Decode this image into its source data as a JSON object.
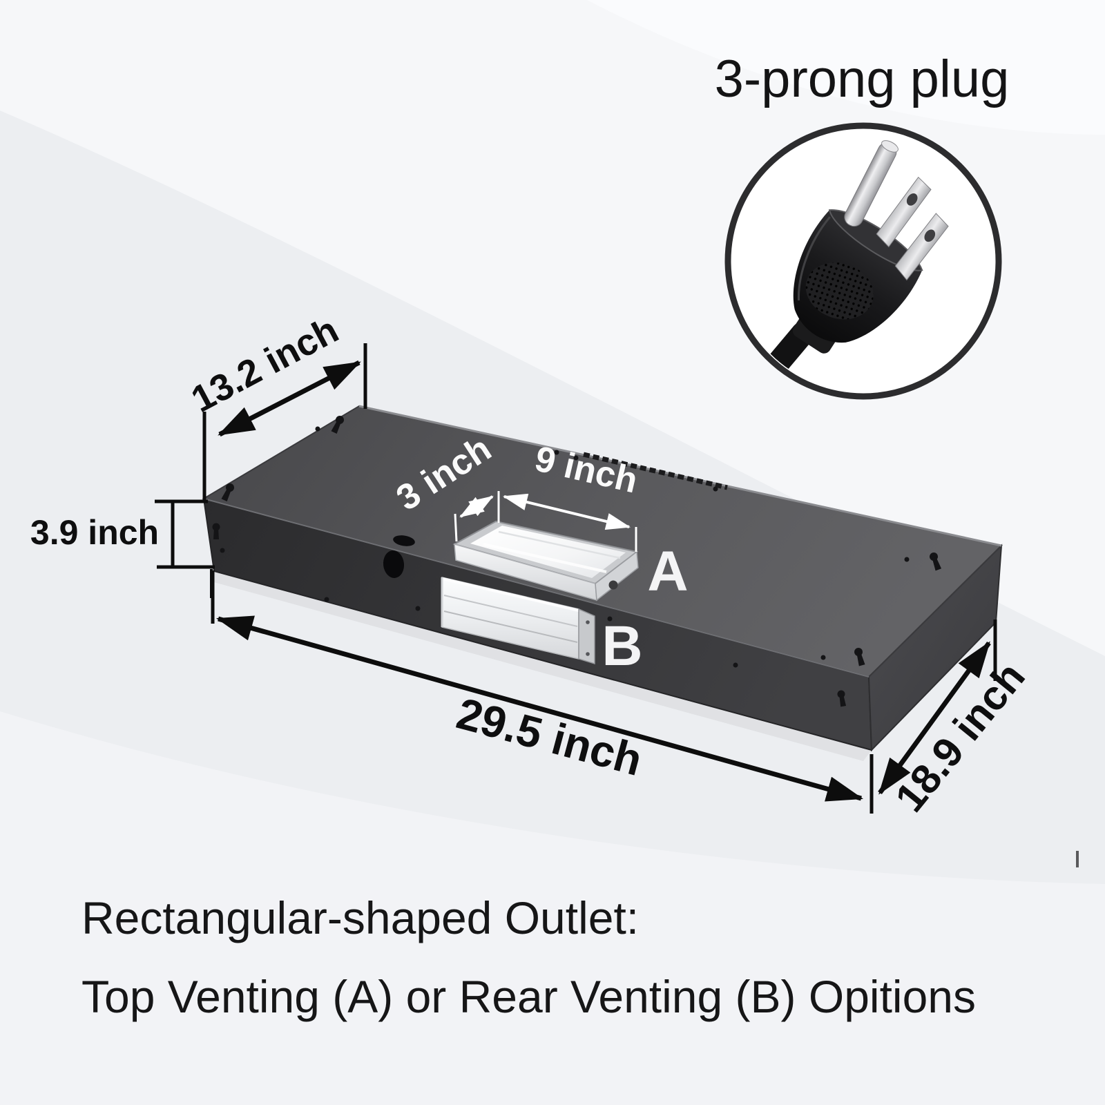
{
  "plug_inset": {
    "label": "3-prong plug"
  },
  "product": {
    "dimensions": {
      "top_depth": "13.2 inch",
      "height": "3.9 inch",
      "outlet_width": "3 inch",
      "outlet_length": "9 inch",
      "front_width": "29.5 inch",
      "side_depth": "18.9 inch"
    },
    "venting_options": {
      "top": "A",
      "rear": "B"
    }
  },
  "caption": {
    "line1": "Rectangular-shaped Outlet:",
    "line2": "Top Venting (A) or Rear Venting (B) Opitions"
  },
  "colors": {
    "background": "#f3f4f7",
    "box_top": "#58585b",
    "box_front": "#343437",
    "vent_metal": "#e8eaec",
    "annotation_black": "#0d0d0d",
    "annotation_white": "#ffffff"
  }
}
